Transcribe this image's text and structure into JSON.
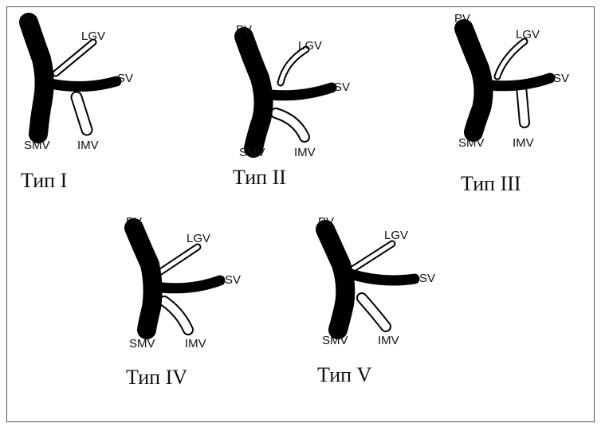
{
  "labels": {
    "pv": "PV",
    "lgv": "LGV",
    "sv": "SV",
    "smv": "SMV",
    "imv": "IMV"
  },
  "variants": [
    {
      "caption": "Тип I"
    },
    {
      "caption": "Тип II"
    },
    {
      "caption": "Тип III"
    },
    {
      "caption": "Тип IV"
    },
    {
      "caption": "Тип V"
    }
  ]
}
